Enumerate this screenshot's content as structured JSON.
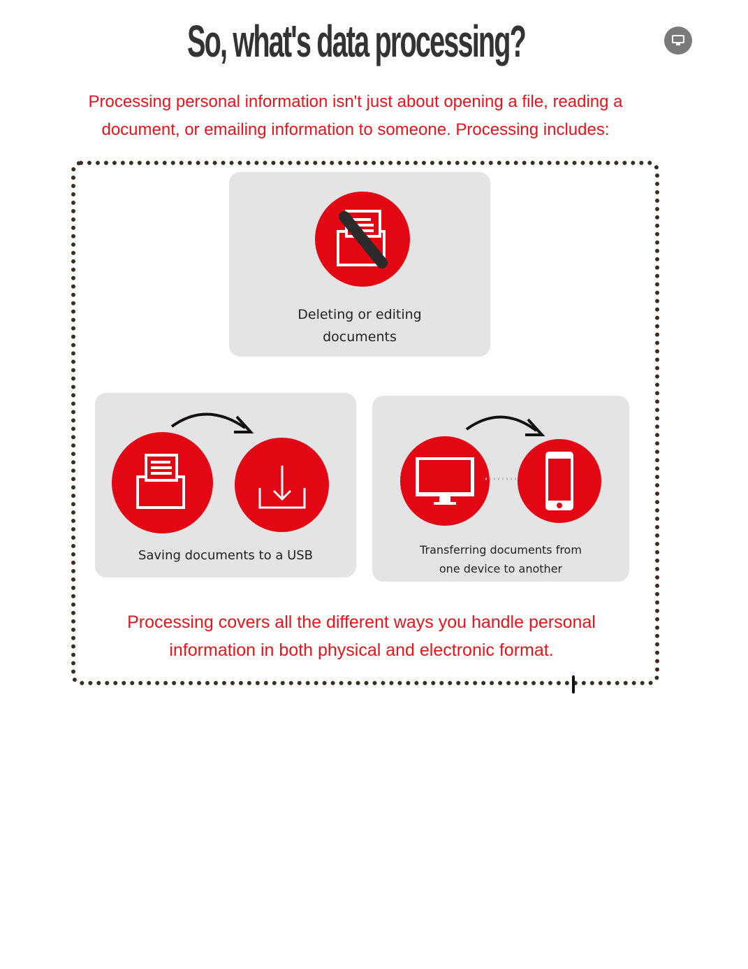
{
  "title": "So, what's data processing?",
  "intro": "Processing personal information isn't just about opening a file, reading a document, or emailing information to someone. Processing includes:",
  "cards": [
    {
      "label_line1": "Deleting or editing",
      "label_line2": "documents",
      "icon": "delete-document-icon"
    },
    {
      "label": "Saving documents to a USB",
      "icon": "save-to-usb-icon"
    },
    {
      "label_line1": "Transferring documents from",
      "label_line2": "one device to another",
      "icon": "transfer-device-icon"
    }
  ],
  "footer": "Processing covers all the different ways you handle personal information in both physical and electronic format.",
  "colors": {
    "accent": "#e30613",
    "card": "#e4e4e4",
    "title": "#333333"
  }
}
